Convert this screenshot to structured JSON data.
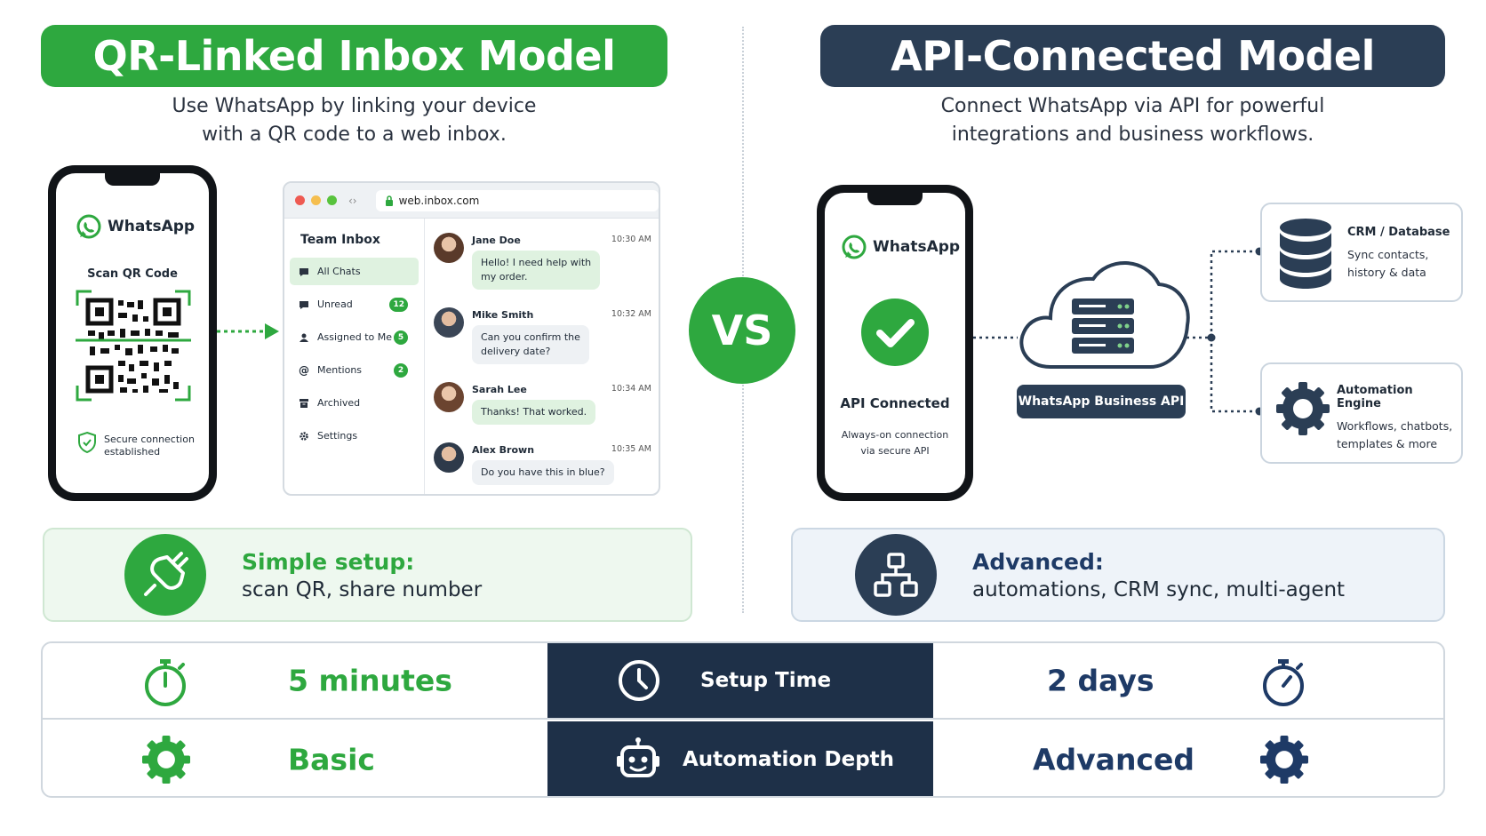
{
  "left": {
    "title": "QR-Linked Inbox Model",
    "subtitle_line1": "Use WhatsApp by linking your device",
    "subtitle_line2": "with a QR code to a web inbox.",
    "phone": {
      "app_name": "WhatsApp",
      "scan_label": "Scan QR Code",
      "secure_line1": "Secure connection",
      "secure_line2": "established"
    },
    "browser": {
      "url": "web.inbox.com",
      "inbox_title": "Team Inbox",
      "sidebar": [
        {
          "label": "All Chats",
          "badge": ""
        },
        {
          "label": "Unread",
          "badge": "12"
        },
        {
          "label": "Assigned to Me",
          "badge": "5"
        },
        {
          "label": "Mentions",
          "badge": "2"
        },
        {
          "label": "Archived",
          "badge": ""
        },
        {
          "label": "Settings",
          "badge": ""
        }
      ],
      "chats": [
        {
          "name": "Jane Doe",
          "time": "10:30 AM",
          "line1": "Hello! I need help with",
          "line2": "my order."
        },
        {
          "name": "Mike Smith",
          "time": "10:32 AM",
          "line1": "Can you confirm the",
          "line2": "delivery date?"
        },
        {
          "name": "Sarah Lee",
          "time": "10:34 AM",
          "line1": "Thanks! That worked.",
          "line2": ""
        },
        {
          "name": "Alex Brown",
          "time": "10:35 AM",
          "line1": "Do you have this in blue?",
          "line2": ""
        }
      ]
    },
    "feature_title": "Simple setup:",
    "feature_desc": "scan QR, share number"
  },
  "vs_label": "VS",
  "right": {
    "title": "API-Connected Model",
    "subtitle_line1": "Connect WhatsApp via API for powerful",
    "subtitle_line2": "integrations and business workflows.",
    "phone": {
      "app_name": "WhatsApp",
      "status": "API Connected",
      "desc_line1": "Always-on connection",
      "desc_line2": "via secure API"
    },
    "api_label": "WhatsApp Business API",
    "crm": {
      "title": "CRM / Database",
      "line1": "Sync contacts,",
      "line2": "history & data"
    },
    "automation": {
      "title": "Automation Engine",
      "line1": "Workflows, chatbots,",
      "line2": "templates & more"
    },
    "feature_title": "Advanced:",
    "feature_desc": "automations, CRM sync, multi-agent"
  },
  "comparison": [
    {
      "metric": "Setup Time",
      "left_value": "5 minutes",
      "right_value": "2 days"
    },
    {
      "metric": "Automation Depth",
      "left_value": "Basic",
      "right_value": "Advanced"
    }
  ],
  "colors": {
    "green": "#2ea83f",
    "navy": "#2b3e55",
    "dark_navy": "#1e3048"
  }
}
